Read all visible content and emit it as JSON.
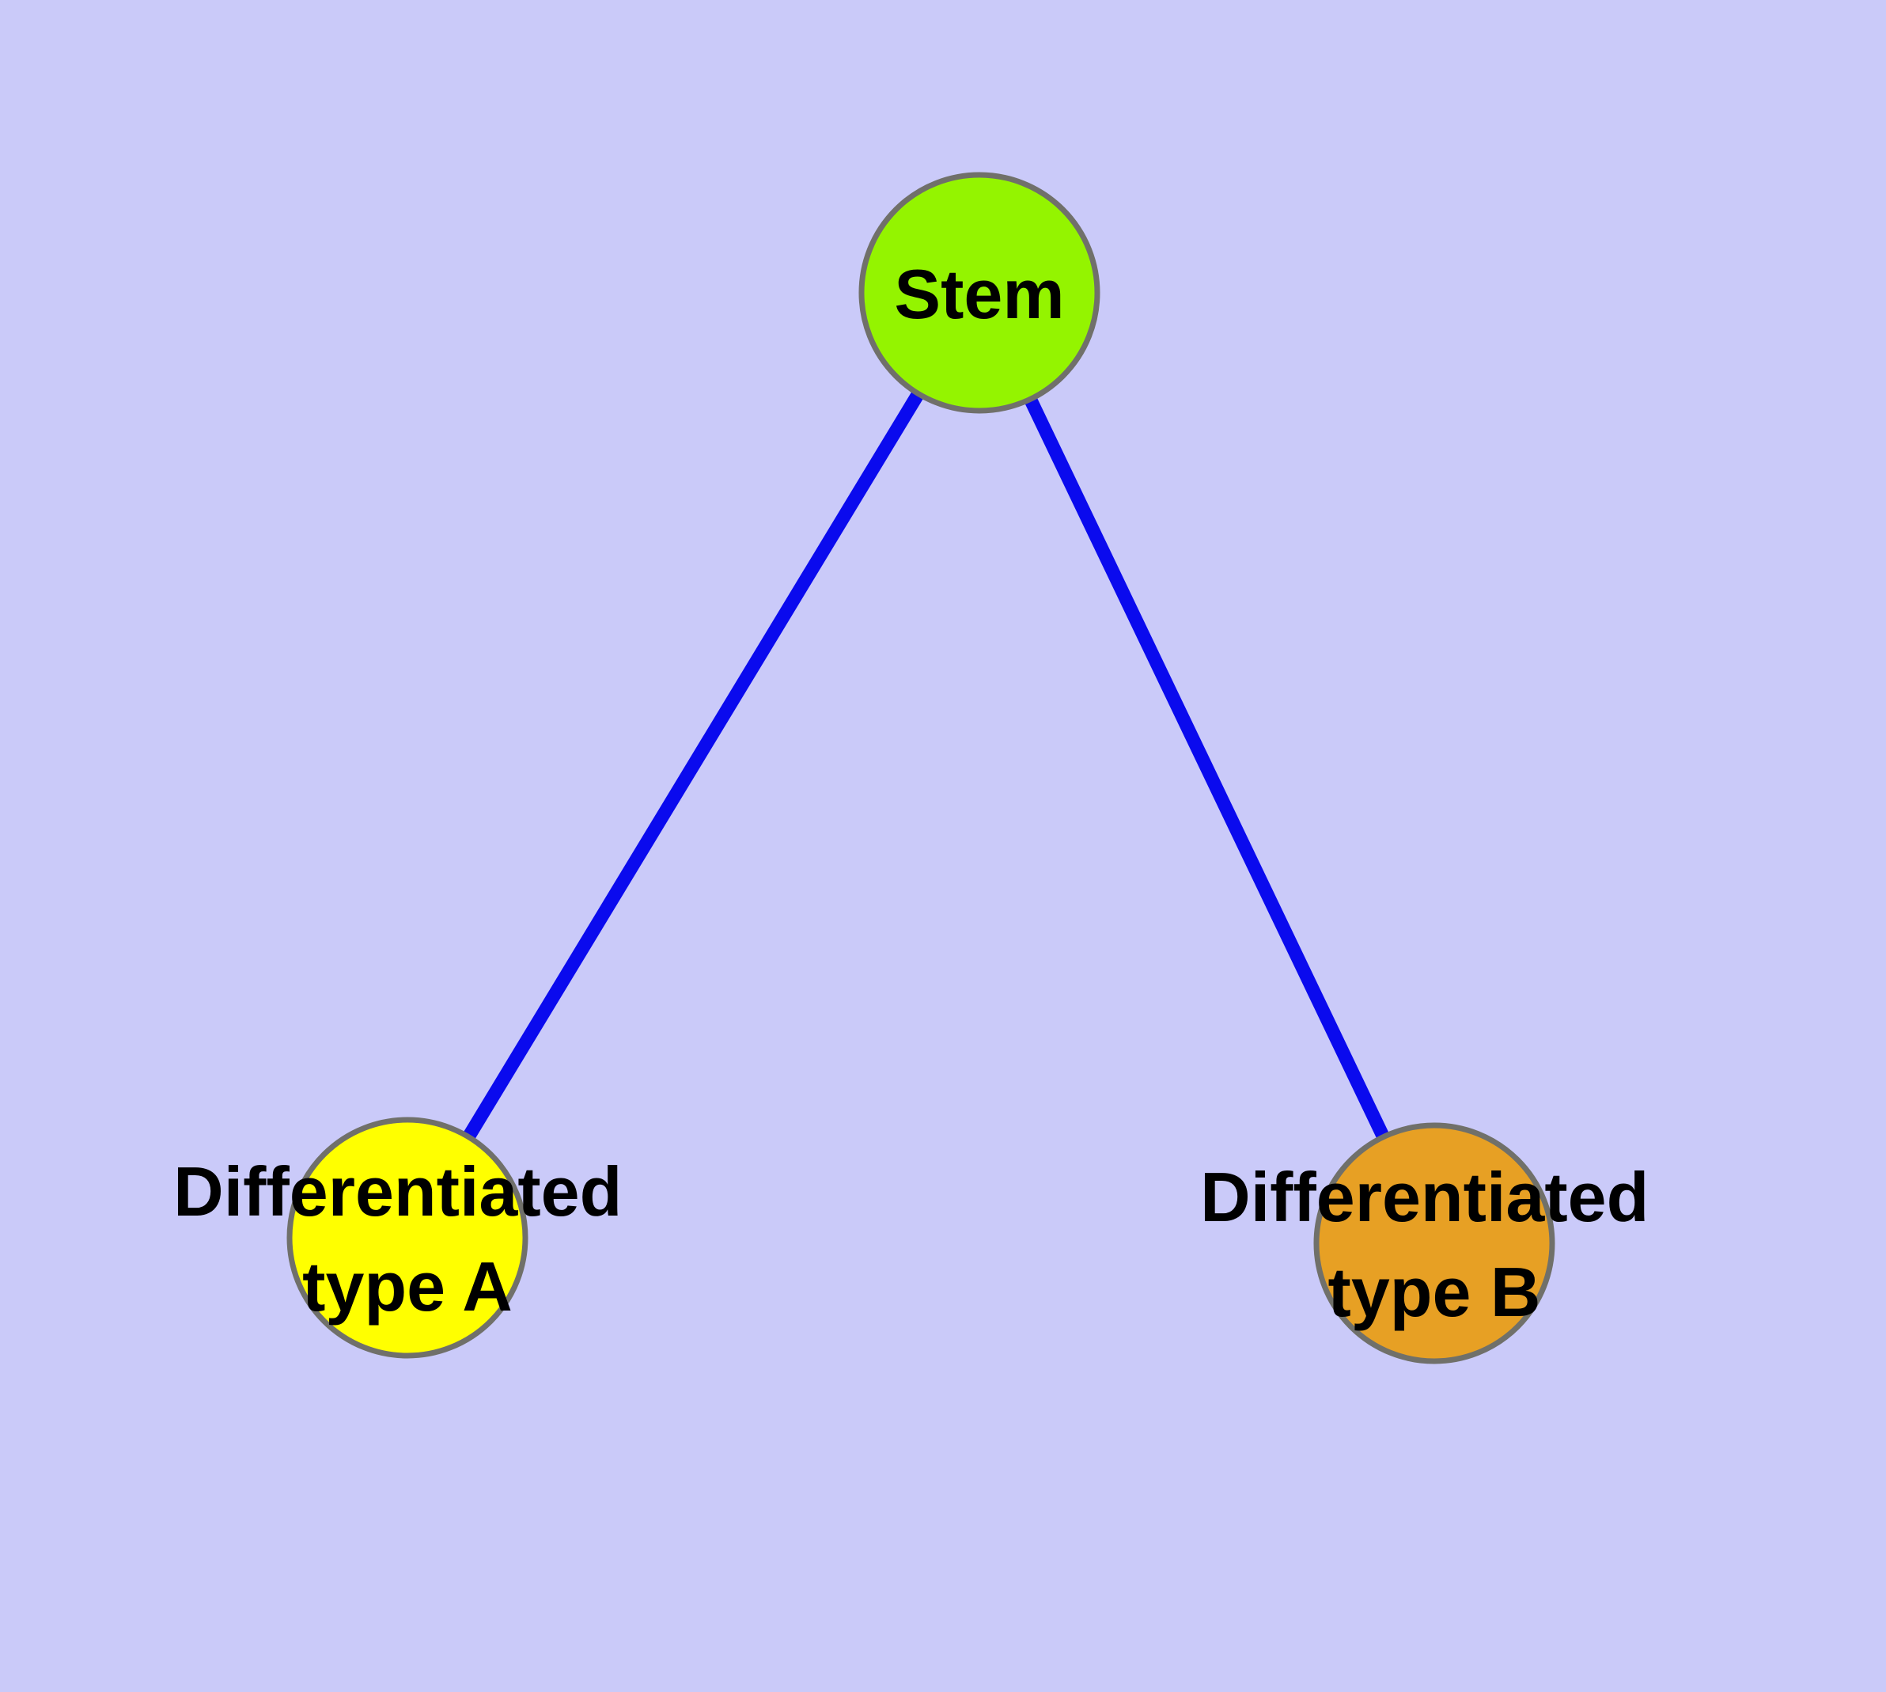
{
  "diagram": {
    "type": "node-link-graph",
    "background_color": "#cacaf9",
    "edge_color": "#0a0aee",
    "node_border_color": "#70706a",
    "label_color": "#000000",
    "nodes": [
      {
        "id": "stem",
        "label": "Stem",
        "label_lines": [
          "Stem"
        ],
        "fill_color": "#94f400"
      },
      {
        "id": "differentiated-type-a",
        "label": "Differentiated type A",
        "label_lines": [
          "Differentiated",
          "type A"
        ],
        "fill_color": "#ffff00"
      },
      {
        "id": "differentiated-type-b",
        "label": "Differentiated type B",
        "label_lines": [
          "Differentiated",
          "type B"
        ],
        "fill_color": "#e7a024"
      }
    ],
    "edges": [
      {
        "from": "Stem",
        "to": "Differentiated type A"
      },
      {
        "from": "Stem",
        "to": "Differentiated type B"
      }
    ]
  }
}
